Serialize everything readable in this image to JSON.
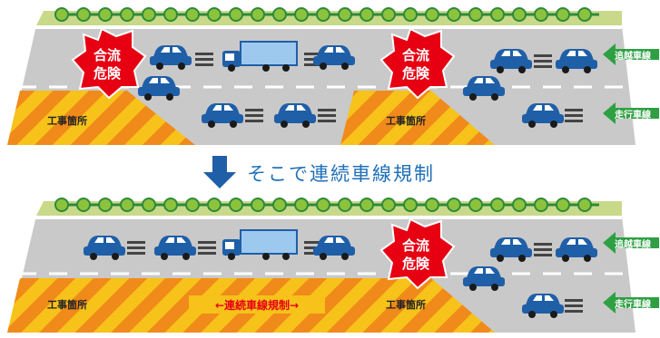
{
  "colors": {
    "road": "#c9c9c9",
    "grass": "#c9d98a",
    "tree_trunk": "#2d8a3a",
    "tree_top": "#8dc23c",
    "hazard_yellow": "#f7c21a",
    "hazard_orange": "#f08a1a",
    "car_blue": "#1f5fa8",
    "arrow_green": "#2ea043",
    "badge_red": "#e60012",
    "caption_blue": "#1f6fb8"
  },
  "top": {
    "badges": [
      {
        "line1": "合流",
        "line2": "危険"
      },
      {
        "line1": "合流",
        "line2": "危険"
      }
    ],
    "work_labels": [
      "工事箇所",
      "工事箇所"
    ],
    "lane_labels": {
      "passing": "追越車線",
      "driving": "走行車線"
    }
  },
  "caption": "そこで連続車線規制",
  "bottom": {
    "badge": {
      "line1": "合流",
      "line2": "危険"
    },
    "work_labels": [
      "工事箇所",
      "工事箇所"
    ],
    "regulation_label": "←連続車線規制→",
    "lane_labels": {
      "passing": "追越車線",
      "driving": "走行車線"
    }
  }
}
